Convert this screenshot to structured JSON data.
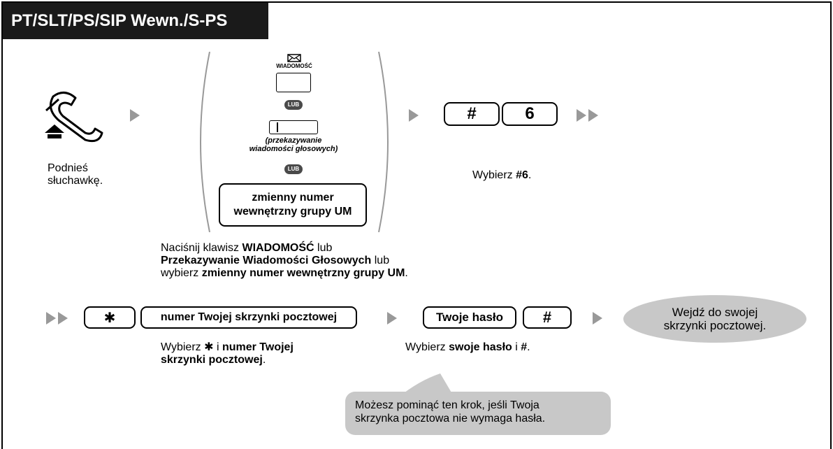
{
  "header": {
    "title": "PT/SLT/PS/SIP Wewn./S-PS"
  },
  "step1": {
    "caption_line1": "Podnieś",
    "caption_line2": "słuchawkę."
  },
  "step2": {
    "message_key_label": "WIADOMOŚĆ",
    "lub1": "LUB",
    "lub2": "LUB",
    "voicemail_caption_line1": "(przekazywanie",
    "voicemail_caption_line2": "wiadomości głosowych)",
    "um_key_line1": "zmienny numer",
    "um_key_line2": "wewnętrzny grupy UM",
    "caption_line1_pre": "Naciśnij klawisz ",
    "caption_line1_bold": "WIADOMOŚĆ",
    "caption_line1_post": " lub",
    "caption_line2_bold": "Przekazywanie Wiadomości Głosowych",
    "caption_line2_post": " lub",
    "caption_line3_pre": "wybierz ",
    "caption_line3_bold": "zmienny numer wewnętrzny grupy UM",
    "caption_line3_post": "."
  },
  "step3": {
    "key1": "#",
    "key2": "6",
    "caption_pre": "Wybierz ",
    "caption_bold": "#6",
    "caption_post": "."
  },
  "step4": {
    "star_key": "✱",
    "mailbox_key": "numer Twojej skrzynki pocztowej",
    "caption_line1_pre": "Wybierz ",
    "caption_line1_star": "✱",
    "caption_line1_mid": " i ",
    "caption_line1_bold": "numer Twojej",
    "caption_line2_bold": "skrzynki pocztowej",
    "caption_line2_post": "."
  },
  "step5": {
    "password_key": "Twoje hasło",
    "hash_key": "#",
    "caption_pre": "Wybierz ",
    "caption_bold1": "swoje hasło",
    "caption_mid": " i ",
    "caption_bold2": "#",
    "caption_post": ".",
    "note_line1": "Możesz pominąć ten krok, jeśli Twoja",
    "note_line2": "skrzynka pocztowa nie wymaga hasła."
  },
  "result": {
    "line1": "Wejdź do swojej",
    "line2": "skrzynki pocztowej."
  }
}
